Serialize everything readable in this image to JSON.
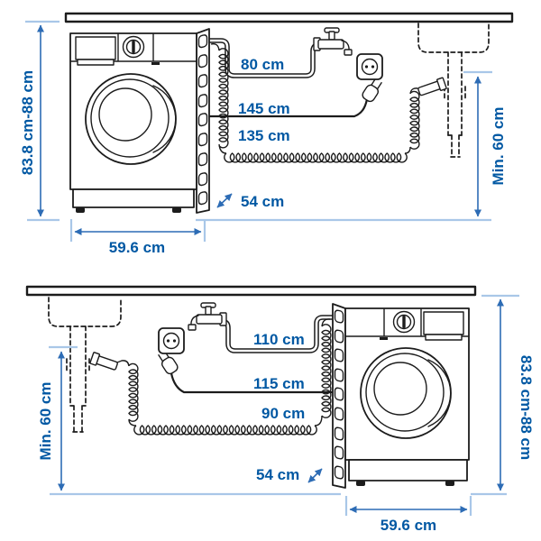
{
  "colors": {
    "label_text": "#0058a3",
    "dimension_line": "#2d6cb5",
    "extension_tick": "#a9c7e8",
    "artwork_line": "#1c1c1c",
    "background": "#ffffff"
  },
  "icons": [
    "faucet-icon",
    "power-outlet-icon",
    "power-plug-icon",
    "sink-basin",
    "drain-pipe",
    "drain-hose-coil",
    "washing-machine",
    "countertop"
  ],
  "top_diagram": {
    "machine_height": "83.8 cm-88 cm",
    "machine_width": "59.6 cm",
    "machine_depth": "54 cm",
    "water_supply_hose": "80 cm",
    "power_cord": "145 cm",
    "drain_hose": "135 cm",
    "drain_min_height": "Min. 60 cm"
  },
  "bottom_diagram": {
    "machine_height": "83.8 cm-88 cm",
    "machine_width": "59.6 cm",
    "machine_depth": "54 cm",
    "water_supply_hose": "110 cm",
    "power_cord": "115 cm",
    "drain_hose": "90 cm",
    "drain_min_height": "Min. 60 cm"
  }
}
